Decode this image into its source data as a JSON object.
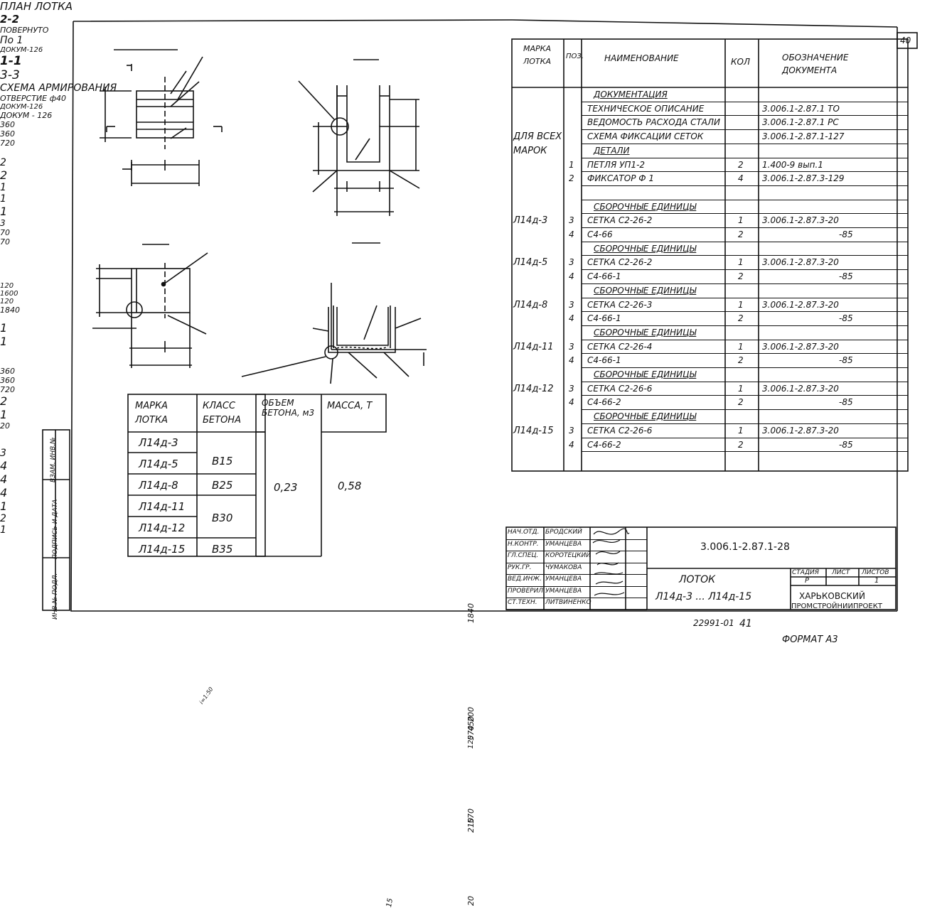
{
  "sheet": {
    "page_number": "40",
    "bottom_code": "22991-01",
    "bottom_sheet": "41",
    "format": "ФОРМАТ А3"
  },
  "drawings": {
    "plan_title": "ПЛАН ЛОТКА",
    "section_22_title": "2-2",
    "section_22_subtitle": "ПОВЕРНУТО",
    "section_11_title": "1-1",
    "section_33_title": "3-3",
    "section_33_subtitle": "СХЕМА АРМИРОВАНИЯ",
    "po1_label": "По 1",
    "dokum126": "ДОКУМ-126",
    "dokum126b": "ДОКУМ - 126",
    "hole_label": "ОТВЕРСТИЕ ф40",
    "plan_dims": {
      "w1": "360",
      "w2": "360",
      "total": "720",
      "height": "1840",
      "cut2a": "2",
      "cut2b": "2",
      "cut1a": "1",
      "cut1b": "1",
      "l1": "1",
      "l3": "3"
    },
    "s22_dims": {
      "d70a": "70",
      "d70b": "70",
      "d200": "200",
      "d450": "450",
      "d570": "570",
      "d120a": "120",
      "d1600": "1600",
      "d120b": "120",
      "d1840": "1840",
      "d120v": "120",
      "slope": "i=1:50",
      "l1a": "1",
      "l1b": "1"
    },
    "s11_dims": {
      "d570": "570",
      "d210": "210",
      "w1": "360",
      "w2": "360",
      "total": "720",
      "l2": "2",
      "l1": "1"
    },
    "s33_dims": {
      "d20a": "20",
      "d20b": "20",
      "d15": "15",
      "l3": "3",
      "l4a": "4",
      "l4b": "4",
      "l4c": "4",
      "l1": "1",
      "l2": "2",
      "l1b": "1"
    }
  },
  "spec_table": {
    "headers": [
      "МАРКА ЛОТКА",
      "ПОЗ.",
      "НАИМЕНОВАНИЕ",
      "КОЛ",
      "ОБОЗНАЧЕНИЕ ДОКУМЕНТА"
    ],
    "rows": [
      {
        "mark": "",
        "pos": "",
        "name": "ДОКУМЕНТАЦИЯ",
        "qty": "",
        "doc": "",
        "section": true
      },
      {
        "mark": "",
        "pos": "",
        "name": "ТЕХНИЧЕСКОЕ ОПИСАНИЕ",
        "qty": "",
        "doc": "3.006.1-2.87.1 ТО"
      },
      {
        "mark": "",
        "pos": "",
        "name": "ВЕДОМОСТЬ РАСХОДА СТАЛИ",
        "qty": "",
        "doc": "3.006.1-2.87.1 РС"
      },
      {
        "mark": "ДЛЯ ВСЕХ",
        "pos": "",
        "name": "СХЕМА ФИКСАЦИИ СЕТОК",
        "qty": "",
        "doc": "3.006.1-2.87.1-127"
      },
      {
        "mark": "МАРОК",
        "pos": "",
        "name": "ДЕТАЛИ",
        "qty": "",
        "doc": "",
        "section": true
      },
      {
        "mark": "",
        "pos": "1",
        "name": "ПЕТЛЯ УП1-2",
        "qty": "2",
        "doc": "1.400-9 вып.1"
      },
      {
        "mark": "",
        "pos": "2",
        "name": "ФИКСАТОР Ф 1",
        "qty": "4",
        "doc": "3.006.1-2.87.3-129"
      },
      {
        "mark": "",
        "pos": "",
        "name": "",
        "qty": "",
        "doc": ""
      },
      {
        "mark": "",
        "pos": "",
        "name": "СБОРОЧНЫЕ ЕДИНИЦЫ",
        "qty": "",
        "doc": "",
        "section": true
      },
      {
        "mark": "Л14д-3",
        "pos": "3",
        "name": "СЕТКА С2-26-2",
        "qty": "1",
        "doc": "3.006.1-2.87.3-20"
      },
      {
        "mark": "",
        "pos": "4",
        "name": "С4-66",
        "qty": "2",
        "doc": "-85"
      },
      {
        "mark": "",
        "pos": "",
        "name": "СБОРОЧНЫЕ ЕДИНИЦЫ",
        "qty": "",
        "doc": "",
        "section": true
      },
      {
        "mark": "Л14д-5",
        "pos": "3",
        "name": "СЕТКА С2-26-2",
        "qty": "1",
        "doc": "3.006.1-2.87.3-20"
      },
      {
        "mark": "",
        "pos": "4",
        "name": "С4-66-1",
        "qty": "2",
        "doc": "-85"
      },
      {
        "mark": "",
        "pos": "",
        "name": "СБОРОЧНЫЕ ЕДИНИЦЫ",
        "qty": "",
        "doc": "",
        "section": true
      },
      {
        "mark": "Л14д-8",
        "pos": "3",
        "name": "СЕТКА С2-26-3",
        "qty": "1",
        "doc": "3.006.1-2.87.3-20"
      },
      {
        "mark": "",
        "pos": "4",
        "name": "С4-66-1",
        "qty": "2",
        "doc": "-85"
      },
      {
        "mark": "",
        "pos": "",
        "name": "СБОРОЧНЫЕ ЕДИНИЦЫ",
        "qty": "",
        "doc": "",
        "section": true
      },
      {
        "mark": "Л14д-11",
        "pos": "3",
        "name": "СЕТКА С2-26-4",
        "qty": "1",
        "doc": "3.006.1-2.87.3-20"
      },
      {
        "mark": "",
        "pos": "4",
        "name": "С4-66-1",
        "qty": "2",
        "doc": "-85"
      },
      {
        "mark": "",
        "pos": "",
        "name": "СБОРОЧНЫЕ ЕДИНИЦЫ",
        "qty": "",
        "doc": "",
        "section": true
      },
      {
        "mark": "Л14д-12",
        "pos": "3",
        "name": "СЕТКА С2-26-6",
        "qty": "1",
        "doc": "3.006.1-2.87.3-20"
      },
      {
        "mark": "",
        "pos": "4",
        "name": "С4-66-2",
        "qty": "2",
        "doc": "-85"
      },
      {
        "mark": "",
        "pos": "",
        "name": "СБОРОЧНЫЕ ЕДИНИЦЫ",
        "qty": "",
        "doc": "",
        "section": true
      },
      {
        "mark": "Л14д-15",
        "pos": "3",
        "name": "СЕТКА С2-26-6",
        "qty": "1",
        "doc": "3.006.1-2.87.3-20"
      },
      {
        "mark": "",
        "pos": "4",
        "name": "С4-66-2",
        "qty": "2",
        "doc": "-85"
      }
    ]
  },
  "concrete_table": {
    "headers": [
      "МАРКА ЛОТКА",
      "КЛАСС БЕТОНА",
      "ОБЪЕМ БЕТОНА, м3",
      "МАССА, Т"
    ],
    "marks": [
      "Л14д-3",
      "Л14д-5",
      "Л14д-8",
      "Л14д-11",
      "Л14д-12",
      "Л14д-15"
    ],
    "classes": [
      "В15",
      "В25",
      "В30",
      "В35"
    ],
    "volume": "0,23",
    "mass": "0,58"
  },
  "side_stamp": [
    "ИНВ.№ ПОДЛ.",
    "ПОДПИСЬ И ДАТА",
    "ВЗАМ. ИНВ.№"
  ],
  "title_block": {
    "roles": [
      "НАЧ.ОТД.",
      "Н.КОНТР.",
      "ГЛ.СПЕЦ.",
      "РУК.ГР.",
      "ВЕД.ИНЖ.",
      "ПРОВЕРИЛ",
      "СТ.ТЕХН."
    ],
    "names": [
      "БРОДСКИЙ",
      "УМАНЦЕВА",
      "КОРОТЕЦКИЙ",
      "ЧУМАКОВА",
      "УМАНЦЕВА",
      "УМАНЦЕВА",
      "ЛИТВИНЕНКО"
    ],
    "designation": "3.006.1-2.87.1-28",
    "product": "ЛОТОК",
    "marks_range": "Л14д-3 ... Л14д-15",
    "stage_header": "СТАДИЯ",
    "sheet_header": "ЛИСТ",
    "sheets_header": "ЛИСТОВ",
    "stage": "Р",
    "sheets": "1",
    "org_line1": "ХАРЬКОВСКИЙ",
    "org_line2": "ПРОМСТРОЙНИИПРОЕКТ"
  }
}
